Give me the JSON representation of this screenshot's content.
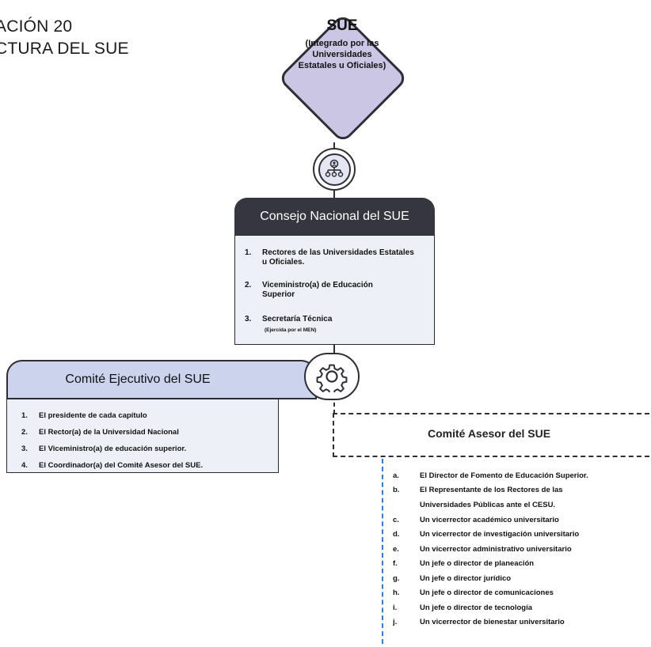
{
  "heading": {
    "line1": "ACIÓN 20",
    "line2": "CTURA DEL SUE"
  },
  "sue": {
    "title": "SUE",
    "subtitle_lines": [
      "(Integrado por las",
      "Universidades",
      "Estatales u Oficiales)"
    ]
  },
  "icons": {
    "network": "network-people-icon",
    "gear": "gear-icon"
  },
  "colors": {
    "dark_header": "#363641",
    "light_panel": "#eef0f8",
    "diamond_fill": "#cbc6e4",
    "ejecutivo_header": "#cbd4ec",
    "dashed_blue": "#2f7fd6"
  },
  "consejo": {
    "title": "Consejo Nacional del SUE",
    "items": [
      {
        "num": "1.",
        "text": "Rectores de las Universidades Estatales u Oficiales.",
        "note": ""
      },
      {
        "num": "2.",
        "text": "Viceministro(a) de Educación Superior",
        "note": ""
      },
      {
        "num": "3.",
        "text": "Secretaría Técnica",
        "note": "(Ejercida por el MEN)"
      }
    ]
  },
  "ejecutivo": {
    "title": "Comité Ejecutivo del SUE",
    "items": [
      {
        "num": "1.",
        "text": "El presidente de cada capítulo"
      },
      {
        "num": "2.",
        "text": "El Rector(a) de la Universidad Nacional"
      },
      {
        "num": "3.",
        "text": "El Viceministro(a) de educación superior."
      },
      {
        "num": "4.",
        "text": "El Coordinador(a) del Comité Asesor del SUE."
      }
    ]
  },
  "asesor": {
    "title": "Comité Asesor del SUE",
    "items": [
      {
        "num": "a.",
        "text": "El Director de Fomento de Educación Superior."
      },
      {
        "num": "b.",
        "text": "El Representante de los Rectores de las"
      },
      {
        "num": "",
        "text": "Universidades Públicas ante el CESU."
      },
      {
        "num": "c.",
        "text": "Un vicerrector académico universitario"
      },
      {
        "num": "d.",
        "text": "Un vicerrector de investigación universitario"
      },
      {
        "num": "e.",
        "text": "Un vicerrector administrativo universitario"
      },
      {
        "num": "f.",
        "text": "Un jefe o director de planeación"
      },
      {
        "num": "g.",
        "text": "Un jefe o director jurídico"
      },
      {
        "num": "h.",
        "text": "Un jefe o director de comunicaciones"
      },
      {
        "num": "i.",
        "text": "Un jefe o director de tecnología"
      },
      {
        "num": "j.",
        "text": "Un vicerrector de bienestar universitario"
      }
    ]
  }
}
